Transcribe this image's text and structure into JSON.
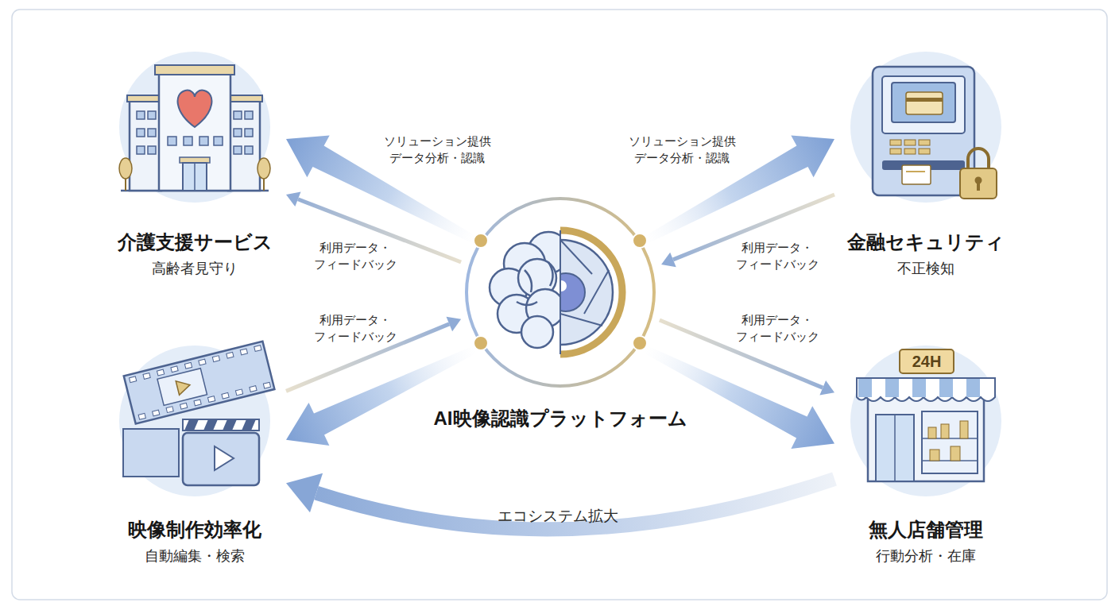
{
  "diagram": {
    "nodes": [
      {
        "text": [
          "介護支援サービス",
          "高齢者見守り"
        ]
      },
      {
        "text": [
          "金融セキュリティ",
          "不正検知"
        ]
      },
      {
        "text": [
          "AI映像認識プラットフォーム"
        ]
      },
      {
        "text": [
          "映像制作効率化",
          "自動編集・検索"
        ]
      },
      {
        "text": [
          "無人店舗管理",
          "行動分析・在庫"
        ]
      }
    ],
    "edges": [
      {
        "from": 2,
        "to": 0,
        "arrow": "to",
        "label": "ソリューション提供 データ分析・認識"
      },
      {
        "from": 2,
        "to": 0,
        "arrow": "to",
        "label": "利用データ・ フィードバック"
      },
      {
        "from": 2,
        "to": 1,
        "arrow": "to",
        "label": "ソリューション提供 データ分析・認識"
      },
      {
        "from": 1,
        "to": 2,
        "arrow": "to",
        "label": "利用データ・ フィードバック"
      },
      {
        "from": 3,
        "to": 2,
        "arrow": "to",
        "label": "利用データ・ フィードバック"
      },
      {
        "from": 2,
        "to": 3,
        "arrow": "to"
      },
      {
        "from": 2,
        "to": 4,
        "arrow": "to",
        "label": "利用データ・ フィードバック"
      },
      {
        "from": 2,
        "to": 4,
        "arrow": "to"
      },
      {
        "from": 4,
        "to": 3,
        "arrow": "to",
        "label": "エコシステム拡大"
      }
    ],
    "labels": [
      "24H"
    ]
  }
}
